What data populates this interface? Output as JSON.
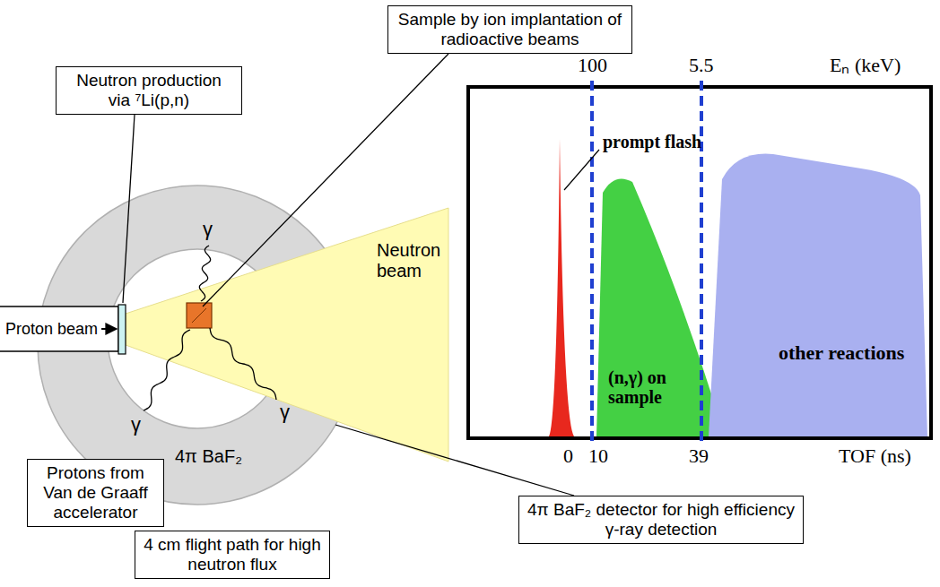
{
  "diagram": {
    "nodes": [
      {
        "text": [
          "Sample by ion implantation of radioactive beams"
        ]
      },
      {
        "text": [
          "Neutron production via ⁷Li(p,n)"
        ]
      },
      {
        "text": [
          "Protons from Van de Graaff accelerator"
        ]
      },
      {
        "text": [
          "4π BaF₂ detector for high efficiency γ-ray detection"
        ]
      },
      {
        "text": [
          "4 cm flight path for high neutron flux"
        ]
      }
    ],
    "labels": [
      "Proton beam",
      "Neutron beam",
      "γ",
      "γ",
      "γ",
      "4π BaF₂",
      "100",
      "5.5",
      "Eₙ (keV)",
      "prompt flash",
      "(n,γ) on sample",
      "other reactions",
      "0",
      "10",
      "39",
      "TOF (ns)"
    ]
  }
}
